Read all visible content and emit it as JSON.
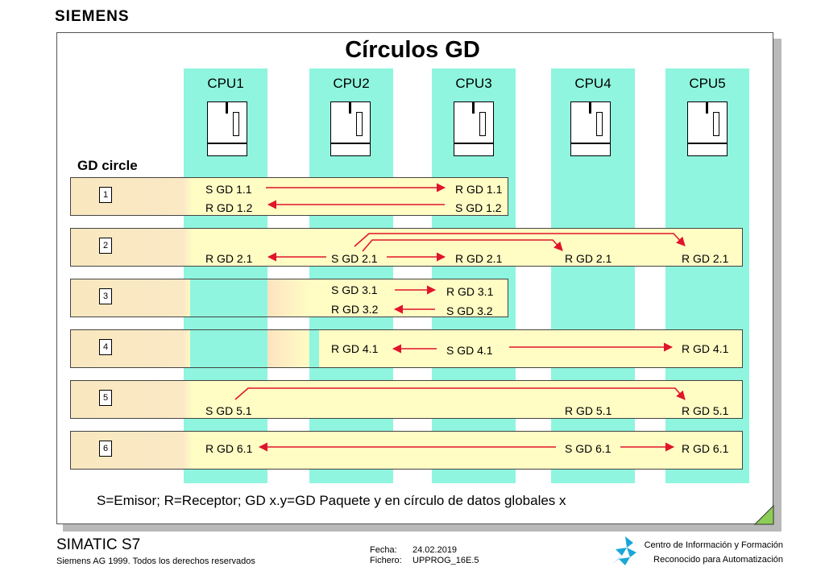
{
  "brand": "SIEMENS",
  "title": "Círculos GD",
  "cpus": [
    "CPU1",
    "CPU2",
    "CPU3",
    "CPU4",
    "CPU5"
  ],
  "gd_header": "GD circle",
  "circles": [
    {
      "number": "1",
      "labels": [
        "S GD 1.1",
        "R GD 1.1",
        "R GD 1.2",
        "S GD 1.2"
      ]
    },
    {
      "number": "2",
      "labels": [
        "R GD 2.1",
        "S GD 2.1",
        "R GD 2.1",
        "R GD 2.1",
        "R GD 2.1"
      ]
    },
    {
      "number": "3",
      "labels": [
        "S GD 3.1",
        "R GD 3.1",
        "R GD 3.2",
        "S GD 3.2"
      ]
    },
    {
      "number": "4",
      "labels": [
        "R GD 4.1",
        "S GD 4.1",
        "R GD 4.1"
      ]
    },
    {
      "number": "5",
      "labels": [
        "S GD 5.1",
        "R GD 5.1",
        "R GD 5.1"
      ]
    },
    {
      "number": "6",
      "labels": [
        "R GD 6.1",
        "S GD 6.1",
        "R GD 6.1"
      ]
    }
  ],
  "legend": "S=Emisor; R=Receptor; GD x.y=GD Paquete y en círculo de datos globales x",
  "footer": {
    "product": "SIMATIC S7",
    "copyright": "Siemens AG 1999. Todos los derechos reservados",
    "fecha_label": "Fecha:",
    "fecha_value": "24.02.2019",
    "fichero_label": "Fichero:",
    "fichero_value": "UPPROG_16E.5",
    "center_line1": "Centro de Información y Formación",
    "center_line2": "Reconocido para Automatización"
  },
  "colors": {
    "column": "#8ff5de",
    "band": "#fffcc4",
    "arrow": "#e0142a",
    "corner": "#8ccd55"
  }
}
